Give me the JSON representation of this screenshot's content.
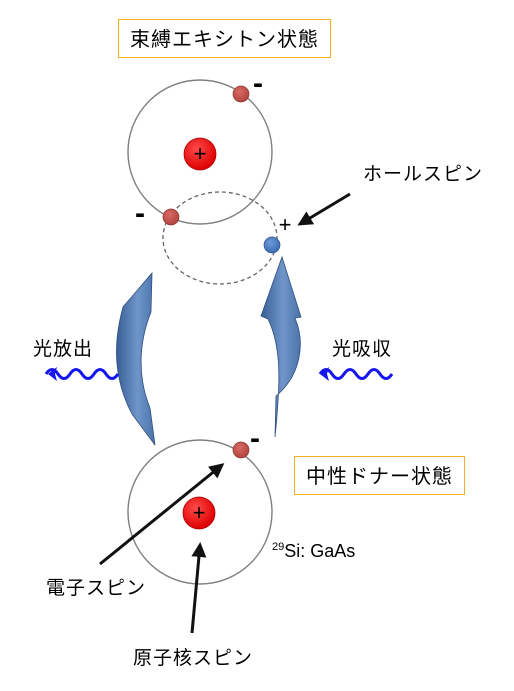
{
  "labels": {
    "bound_exciton_state": "束縛エキシトン状態",
    "neutral_donor_state": "中性ドナー状態",
    "hole_spin": "ホールスピン",
    "light_emission": "光放出",
    "light_absorption": "光吸収",
    "electron_spin": "電子スピン",
    "nuclear_spin": "原子核スピン",
    "isotope_mass": "29",
    "isotope_rest": "Si: GaAs"
  },
  "signs": {
    "nucleus_top": "+",
    "nucleus_bottom": "+",
    "electron_top": "-",
    "electron_left": "-",
    "electron_bottom": "-",
    "hole": "+"
  },
  "colors": {
    "box_border": "#f0b020",
    "nucleus": "#ee1111",
    "electron": "#c8504b",
    "hole": "#4a7ec6",
    "photon_wave": "#1515ee",
    "curved_arrow": "#4a70a8",
    "orbit": "#808080"
  }
}
